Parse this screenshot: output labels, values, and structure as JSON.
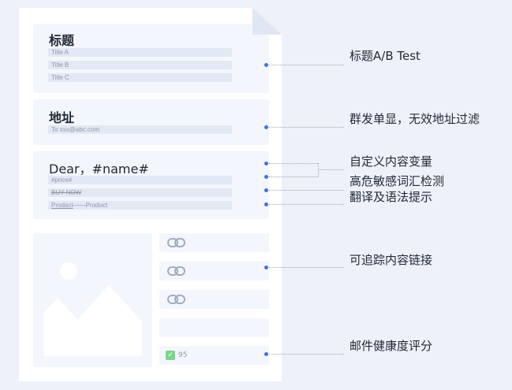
{
  "doc": {
    "section1": {
      "title": "标题",
      "bars": [
        "Title A",
        "Title B",
        "Title C"
      ]
    },
    "section2": {
      "title": "地址",
      "bars": [
        "To xxx@abc.com"
      ]
    },
    "section3": {
      "title": "Dear，#name#",
      "bar_price": "#price#",
      "bar_buy": "BUY NOW",
      "bar_prodact": "Prodact",
      "bar_sep": "——",
      "bar_product": "Product"
    },
    "health_score": "95",
    "check_mark": "✓"
  },
  "annotations": {
    "ab_test": "标题A/B Test",
    "group_send": "群发单显，无效地址过滤",
    "custom_var": "自定义内容变量",
    "sensitive": "高危敏感词汇检测",
    "translate": "翻译及语法提示",
    "trackable": "可追踪内容链接",
    "health": "邮件健康度评分"
  },
  "colors": {
    "accent": "#4a6ee0",
    "background": "#eef1fa",
    "card": "#f3f6fc",
    "check": "#7fd38a"
  },
  "icons": [
    "link-icon",
    "image-placeholder-icon",
    "check-icon"
  ]
}
